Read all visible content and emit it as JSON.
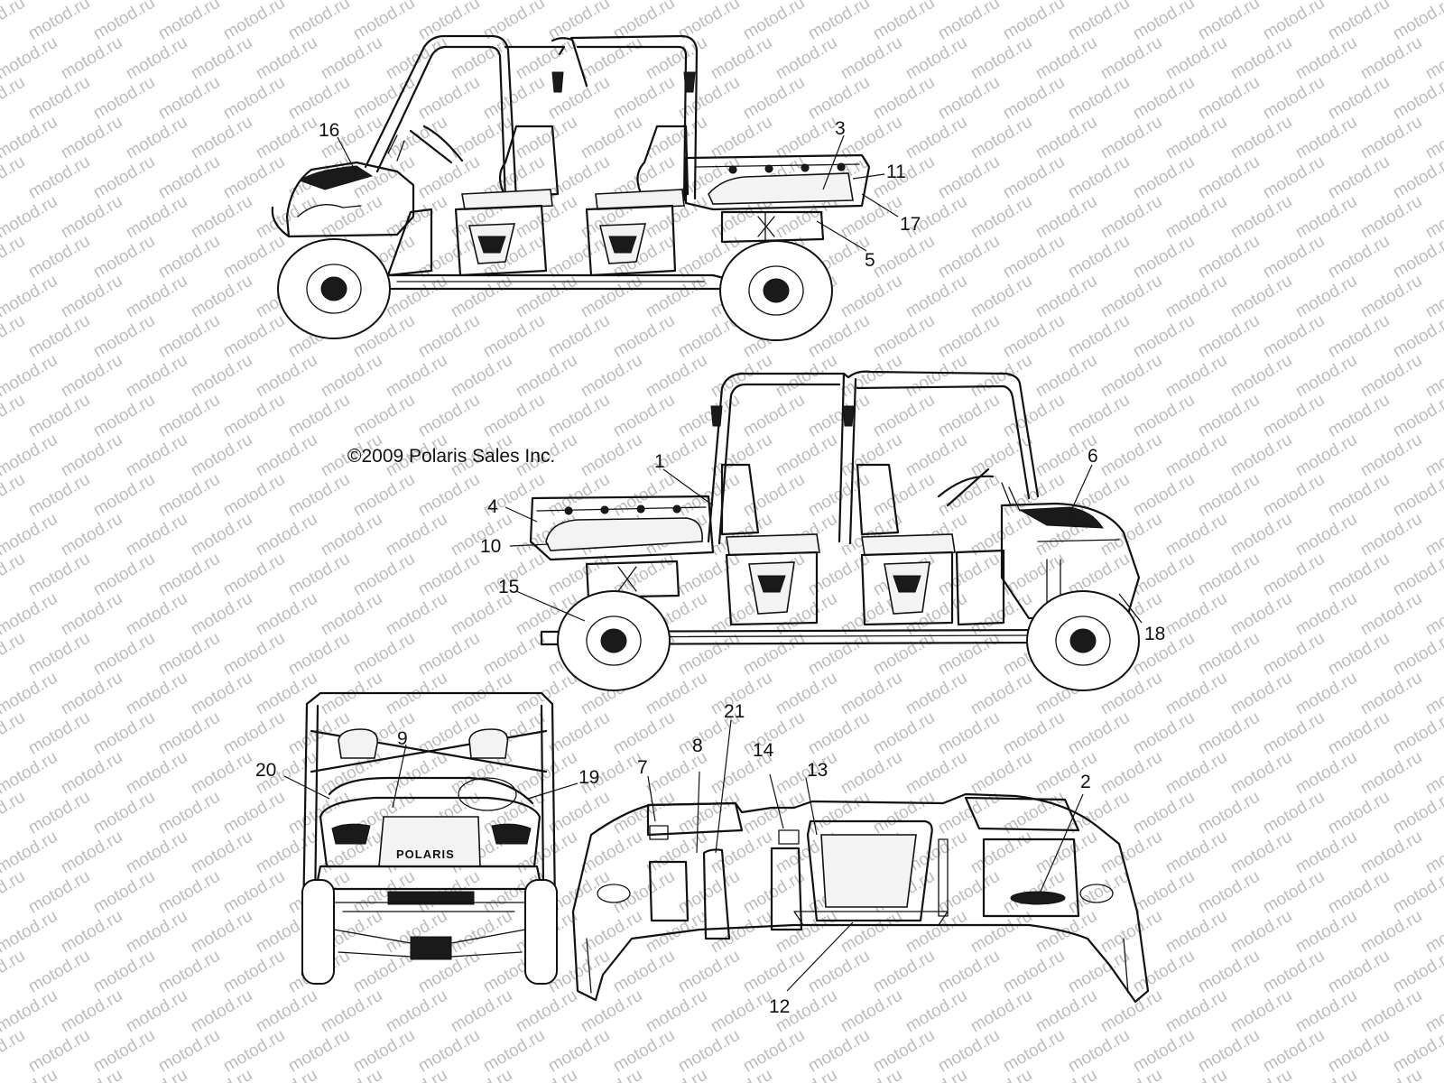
{
  "copyright": "©2009 Polaris Sales Inc.",
  "watermark_text": "motod.ru",
  "front_grille_text": "POLARIS",
  "callouts": {
    "n1": "1",
    "n2": "2",
    "n3": "3",
    "n4": "4",
    "n5": "5",
    "n6": "6",
    "n7": "7",
    "n8": "8",
    "n9": "9",
    "n10": "10",
    "n11": "11",
    "n12": "12",
    "n13": "13",
    "n14": "14",
    "n15": "15",
    "n16": "16",
    "n17": "17",
    "n18": "18",
    "n19": "19",
    "n20": "20",
    "n21": "21"
  },
  "colors": {
    "line": "#111111",
    "watermark": "#bdbdbd",
    "background": "#ffffff"
  }
}
